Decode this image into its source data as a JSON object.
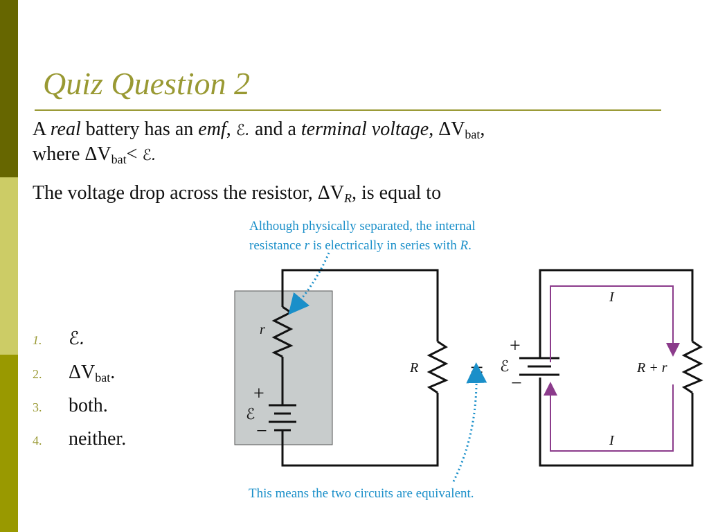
{
  "colors": {
    "side_top": "#666600",
    "side_mid": "#cccc66",
    "side_bot": "#999900",
    "title": "#999933",
    "rule": "#999933",
    "caption": "#1a8fc9",
    "current_arrow": "#8b3b8b",
    "battery_box": "#c8cccc"
  },
  "slide": {
    "title": "Quiz Question 2",
    "line1": {
      "a": "A ",
      "real": "real",
      "b": " battery has an ",
      "emf": "emf",
      "c": ", ",
      "emf_symbol": "ℰ.",
      "d": " and a ",
      "terminal": "terminal voltage",
      "e": ", ΔV",
      "bat_sub": "bat",
      "f": ","
    },
    "line2": {
      "a": "where ΔV",
      "bat_sub": "bat",
      "b": "< ",
      "emf_symbol": "ℰ."
    },
    "line3": {
      "a": "The voltage drop across the resistor, ΔV",
      "r_sub": "R",
      "b": ", is equal to"
    }
  },
  "answers": [
    {
      "num": "1.",
      "text": "ℰ."
    },
    {
      "num": "2.",
      "text_main": "ΔV",
      "text_sub": "bat",
      "text_end": "."
    },
    {
      "num": "3.",
      "text": "both."
    },
    {
      "num": "4.",
      "text": "neither."
    }
  ],
  "diagram": {
    "caption_top_1": "Although physically separated, the internal",
    "caption_top_2a": "resistance ",
    "caption_top_2b": "r",
    "caption_top_2c": " is electrically in series with ",
    "caption_top_2d": "R",
    "caption_top_2e": ".",
    "caption_bottom": "This means the two circuits are equivalent.",
    "label_r": "r",
    "label_R": "R",
    "label_emf": "ℰ",
    "label_plus": "+",
    "label_minus": "−",
    "label_Rr": "R + r",
    "label_I": "I",
    "equals": "="
  }
}
